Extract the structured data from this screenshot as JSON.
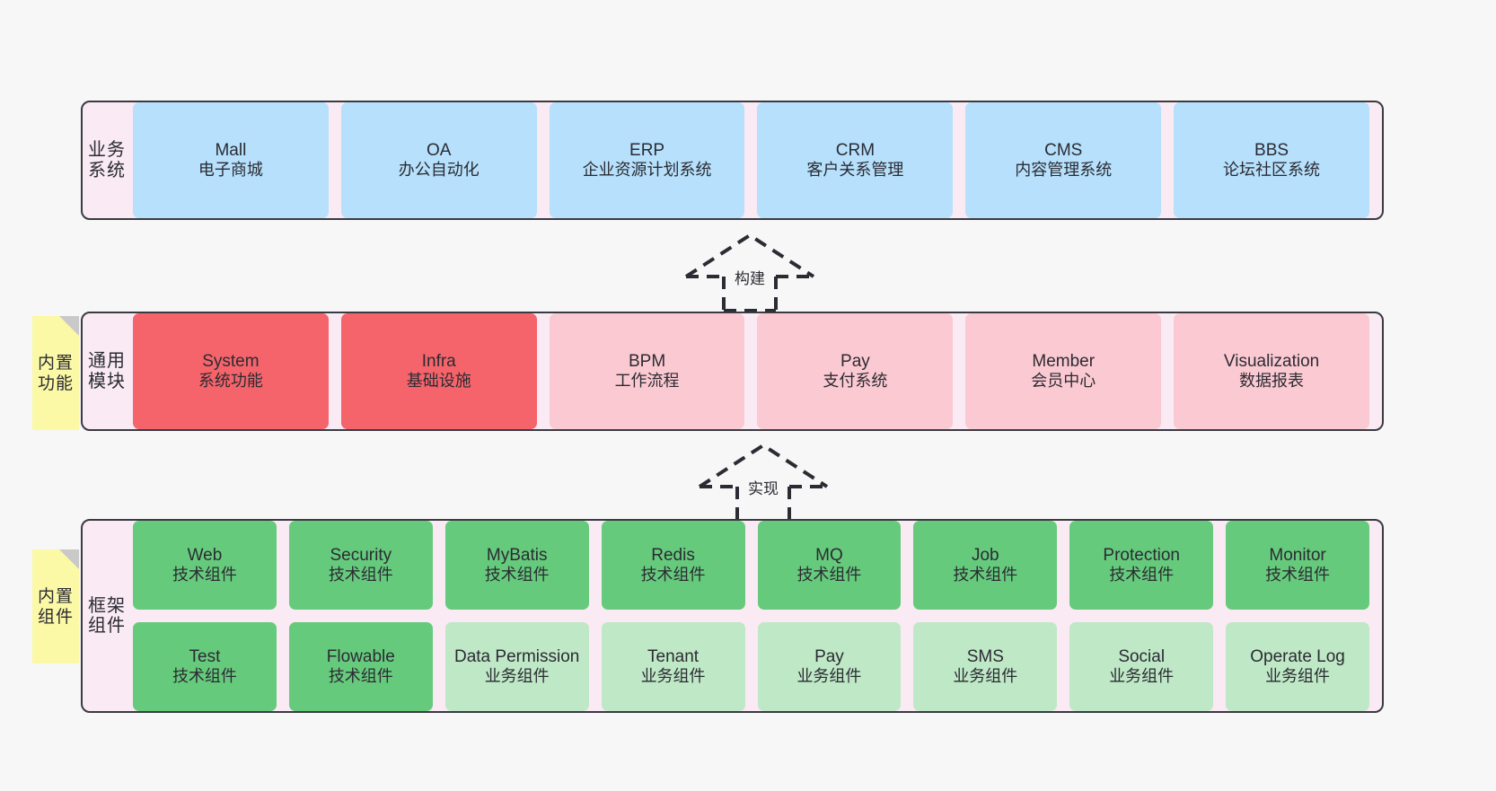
{
  "diagram": {
    "background_color": "#f7f7f7",
    "panel_background": "#f9eaf4",
    "panel_border": "#3a3a42",
    "note_color": "#fbf8a6"
  },
  "layers": [
    {
      "id": "business-systems",
      "title": "业务系统",
      "rows": [
        [
          {
            "en": "Mall",
            "cn": "电子商城",
            "color": "#b6e0fb",
            "style": "c-blue"
          },
          {
            "en": "OA",
            "cn": "办公自动化",
            "color": "#b6e0fb",
            "style": "c-blue"
          },
          {
            "en": "ERP",
            "cn": "企业资源计划系统",
            "color": "#b6e0fb",
            "style": "c-blue"
          },
          {
            "en": "CRM",
            "cn": "客户关系管理",
            "color": "#b6e0fb",
            "style": "c-blue"
          },
          {
            "en": "CMS",
            "cn": "内容管理系统",
            "color": "#b6e0fb",
            "style": "c-blue"
          },
          {
            "en": "BBS",
            "cn": "论坛社区系统",
            "color": "#b6e0fb",
            "style": "c-blue"
          }
        ]
      ]
    },
    {
      "id": "common-modules",
      "title": "通用模块",
      "note": "内置功能",
      "rows": [
        [
          {
            "en": "System",
            "cn": "系统功能",
            "color": "#f4646a",
            "style": "c-red"
          },
          {
            "en": "Infra",
            "cn": "基础设施",
            "color": "#f4646a",
            "style": "c-red"
          },
          {
            "en": "BPM",
            "cn": "工作流程",
            "color": "#fbc9d2",
            "style": "c-pink"
          },
          {
            "en": "Pay",
            "cn": "支付系统",
            "color": "#fbc9d2",
            "style": "c-pink"
          },
          {
            "en": "Member",
            "cn": "会员中心",
            "color": "#fbc9d2",
            "style": "c-pink"
          },
          {
            "en": "Visualization",
            "cn": "数据报表",
            "color": "#fbc9d2",
            "style": "c-pink"
          }
        ]
      ]
    },
    {
      "id": "framework-components",
      "title": "框架组件",
      "note": "内置组件",
      "rows": [
        [
          {
            "en": "Web",
            "cn": "技术组件",
            "color": "#66ca7c",
            "style": "c-green"
          },
          {
            "en": "Security",
            "cn": "技术组件",
            "color": "#66ca7c",
            "style": "c-green"
          },
          {
            "en": "MyBatis",
            "cn": "技术组件",
            "color": "#66ca7c",
            "style": "c-green"
          },
          {
            "en": "Redis",
            "cn": "技术组件",
            "color": "#66ca7c",
            "style": "c-green"
          },
          {
            "en": "MQ",
            "cn": "技术组件",
            "color": "#66ca7c",
            "style": "c-green"
          },
          {
            "en": "Job",
            "cn": "技术组件",
            "color": "#66ca7c",
            "style": "c-green"
          },
          {
            "en": "Protection",
            "cn": "技术组件",
            "color": "#66ca7c",
            "style": "c-green"
          },
          {
            "en": "Monitor",
            "cn": "技术组件",
            "color": "#66ca7c",
            "style": "c-green"
          }
        ],
        [
          {
            "en": "Test",
            "cn": "技术组件",
            "color": "#66ca7c",
            "style": "c-green"
          },
          {
            "en": "Flowable",
            "cn": "技术组件",
            "color": "#66ca7c",
            "style": "c-green"
          },
          {
            "en": "Data Permission",
            "cn": "业务组件",
            "color": "#bfe8c6",
            "style": "c-greenlight"
          },
          {
            "en": "Tenant",
            "cn": "业务组件",
            "color": "#bfe8c6",
            "style": "c-greenlight"
          },
          {
            "en": "Pay",
            "cn": "业务组件",
            "color": "#bfe8c6",
            "style": "c-greenlight"
          },
          {
            "en": "SMS",
            "cn": "业务组件",
            "color": "#bfe8c6",
            "style": "c-greenlight"
          },
          {
            "en": "Social",
            "cn": "业务组件",
            "color": "#bfe8c6",
            "style": "c-greenlight"
          },
          {
            "en": "Operate Log",
            "cn": "业务组件",
            "color": "#bfe8c6",
            "style": "c-greenlight"
          }
        ]
      ]
    }
  ],
  "connectors": [
    {
      "id": "build",
      "label": "构建"
    },
    {
      "id": "implement",
      "label": "实现"
    }
  ]
}
